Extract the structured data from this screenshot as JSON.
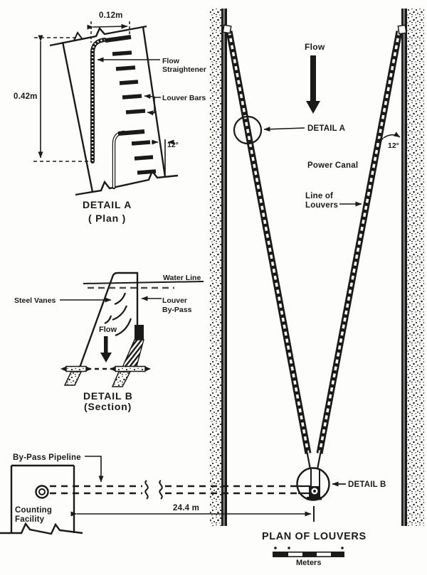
{
  "colors": {
    "ink": "#1a1a1a",
    "paper": "#fdfdfc",
    "water_dash_gray": "#4a4a4a"
  },
  "detail_a": {
    "width_dim": "0.12m",
    "height_dim": "0.42m",
    "flow_straightener_line1": "Flow",
    "flow_straightener_line2": "Straightener",
    "louver_bars_label": "Louver Bars",
    "angle_label": "12°",
    "title": "DETAIL A",
    "subtitle": "( Plan )"
  },
  "detail_b": {
    "water_line_label": "Water Line",
    "steel_vanes_label": "Steel Vanes",
    "louver_bypass_line1": "Louver",
    "louver_bypass_line2": "By-Pass",
    "flow_label": "Flow",
    "title": "DETAIL B",
    "subtitle": "(Section)"
  },
  "canal_plan": {
    "flow_label": "Flow",
    "detail_a_callout": "DETAIL A",
    "angle_label": "12°",
    "power_canal_label": "Power Canal",
    "line_of_louvers_line1": "Line of",
    "line_of_louvers_line2": "Louvers",
    "detail_b_callout": "DETAIL B",
    "title": "PLAN OF LOUVERS",
    "scale_unit_label": "Meters"
  },
  "bypass_system": {
    "pipeline_label": "By-Pass Pipeline",
    "facility_line1": "Counting",
    "facility_line2": "Facility",
    "distance_dim": "24.4 m"
  }
}
